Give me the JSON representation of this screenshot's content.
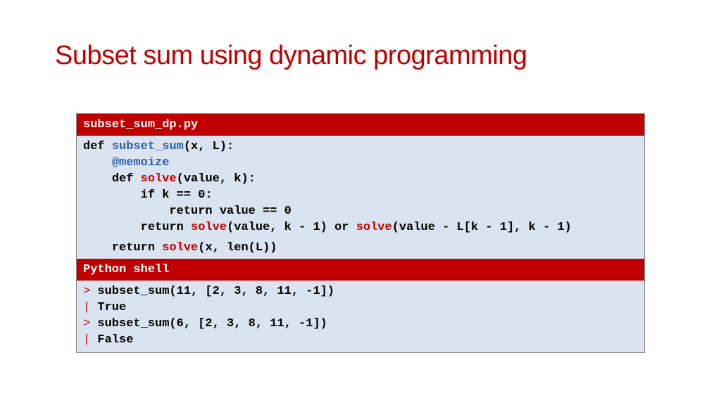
{
  "title": "Subset sum using dynamic programming",
  "code_panel": {
    "filename": "subset_sum_dp.py",
    "lines": {
      "l1": {
        "indent": "",
        "kw": "def ",
        "fn": "subset_sum",
        "rest": "(x, L):"
      },
      "l2": {
        "indent": "    ",
        "decorator": "@memoize"
      },
      "l3": {
        "indent": "    ",
        "kw": "def ",
        "fn": "solve",
        "rest": "(value, k):"
      },
      "l4": {
        "indent": "        ",
        "text": "if k == 0:"
      },
      "l5": {
        "indent": "            ",
        "text": "return value == 0"
      },
      "l6": {
        "indent": "        ",
        "kw": "return ",
        "fn1": "solve",
        "mid": "(value, k - 1) or ",
        "fn2": "solve",
        "rest": "(value - L[k - 1], k - 1)"
      },
      "l7": {
        "indent": "    ",
        "kw": "return ",
        "fn": "solve",
        "rest": "(x, len(L))"
      }
    }
  },
  "shell_panel": {
    "title": "Python shell",
    "entries": [
      {
        "prompt": ">",
        "text": "subset_sum(11, [2, 3, 8, 11, -1])"
      },
      {
        "prompt": "|",
        "text": "True"
      },
      {
        "prompt": ">",
        "text": "subset_sum(6, [2, 3, 8, 11, -1])"
      },
      {
        "prompt": "|",
        "text": "False"
      }
    ]
  },
  "colors": {
    "accent_red": "#c00000",
    "function_blue": "#2e5fa3",
    "panel_background": "#dae3f0"
  }
}
